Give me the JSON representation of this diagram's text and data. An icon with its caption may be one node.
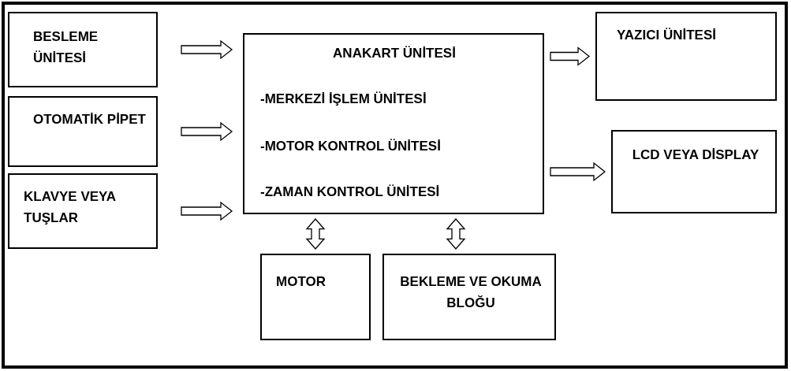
{
  "diagram": {
    "nodes": [
      {
        "text": [
          "BESLEME ÜNİTESİ"
        ]
      },
      {
        "text": [
          "OTOMATİK PİPET"
        ]
      },
      {
        "text": [
          "KLAVYE VEYA TUŞLAR"
        ]
      },
      {
        "text": [
          "ANAKART ÜNİTESİ",
          "-MERKEZİ İŞLEM ÜNİTESİ",
          "-MOTOR KONTROL ÜNİTESİ",
          "-ZAMAN KONTROL ÜNİTESİ"
        ]
      },
      {
        "text": [
          "YAZICI ÜNİTESİ"
        ]
      },
      {
        "text": [
          "LCD VEYA DİSPLAY"
        ]
      },
      {
        "text": [
          "MOTOR"
        ]
      },
      {
        "text": [
          "BEKLEME VE OKUMA BLOĞU"
        ]
      }
    ],
    "edges": [
      {
        "from": 0,
        "to": 3,
        "arrow": "to"
      },
      {
        "from": 1,
        "to": 3,
        "arrow": "to"
      },
      {
        "from": 2,
        "to": 3,
        "arrow": "to"
      },
      {
        "from": 3,
        "to": 4,
        "arrow": "to"
      },
      {
        "from": 3,
        "to": 5,
        "arrow": "to"
      },
      {
        "from": 3,
        "to": 6,
        "arrow": "both"
      },
      {
        "from": 3,
        "to": 7,
        "arrow": "both"
      }
    ]
  }
}
